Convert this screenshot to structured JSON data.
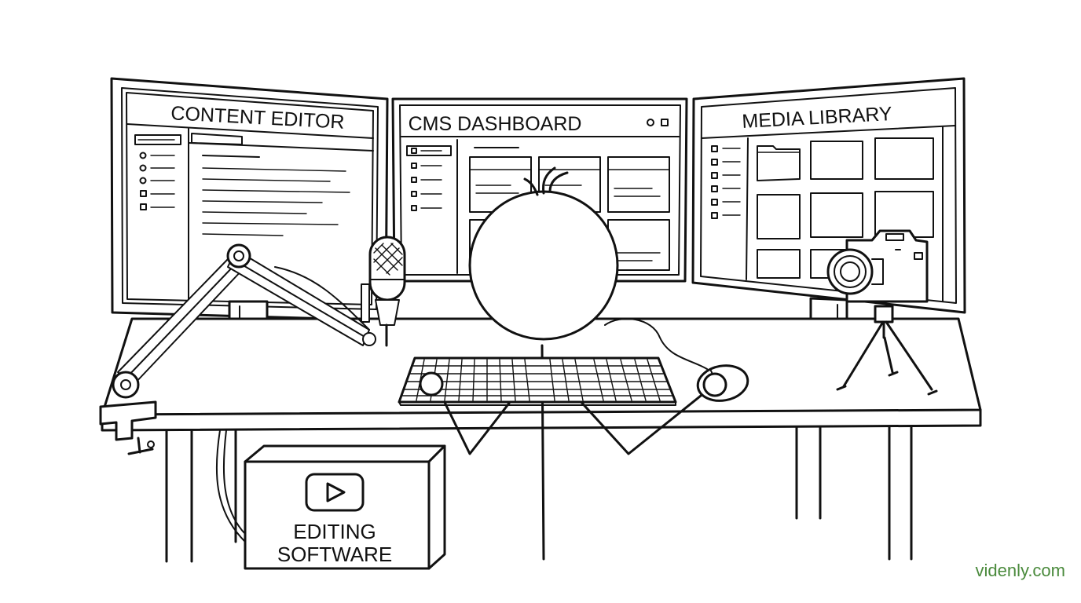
{
  "monitors": {
    "left": {
      "title": "CONTENT EDITOR"
    },
    "center": {
      "title": "CMS DASHBOARD"
    },
    "right": {
      "title": "MEDIA LIBRARY"
    }
  },
  "pc_tower": {
    "label_line1": "EDITING",
    "label_line2": "SOFTWARE",
    "icon": "play-button-icon"
  },
  "watermark": {
    "text": "videnly.com",
    "color": "#4a8a3c"
  },
  "colors": {
    "ink": "#111111",
    "background": "#ffffff"
  }
}
